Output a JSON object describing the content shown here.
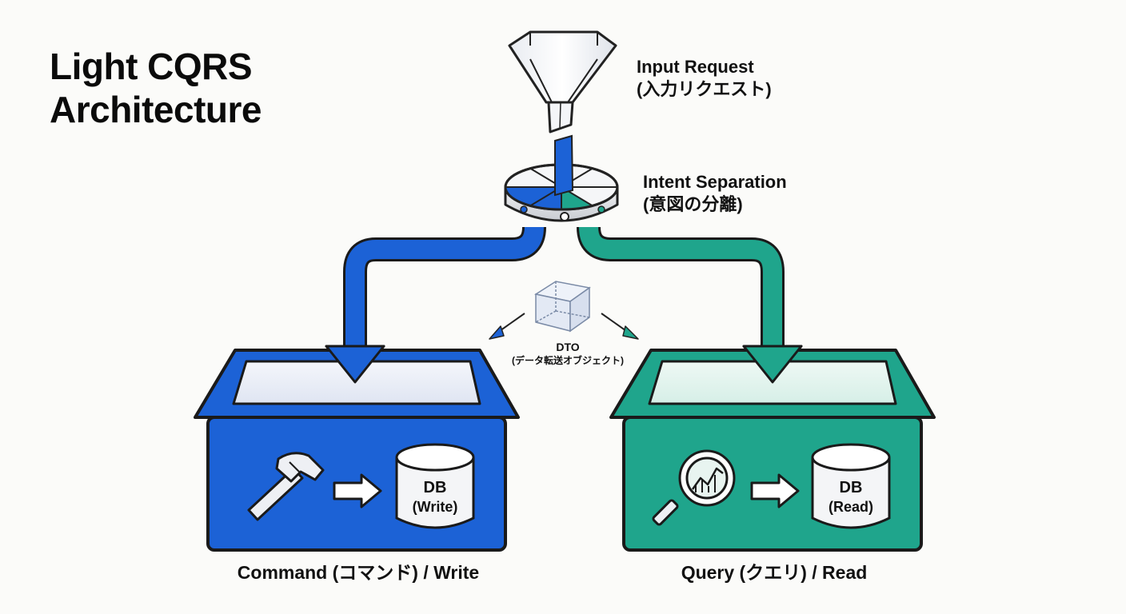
{
  "title": {
    "line1": "Light CQRS",
    "line2": "Architecture"
  },
  "input": {
    "line1": "Input Request",
    "line2": "(入力リクエスト)"
  },
  "intent": {
    "line1": "Intent Separation",
    "line2": "(意図の分離)"
  },
  "dto": {
    "line1": "DTO",
    "line2": "(データ転送オブジェクト)"
  },
  "command": {
    "caption": "Command (コマンド) / Write",
    "db_line1": "DB",
    "db_line2": "(Write)",
    "color": "#1c62d6"
  },
  "query": {
    "caption": "Query (クエリ) / Read",
    "db_line1": "DB",
    "db_line2": "(Read)",
    "color": "#1fa58c"
  },
  "icons": [
    "funnel-icon",
    "splitter-disc-icon",
    "cube-icon",
    "hammer-icon",
    "arrow-right-icon",
    "magnifier-chart-icon",
    "database-icon"
  ]
}
